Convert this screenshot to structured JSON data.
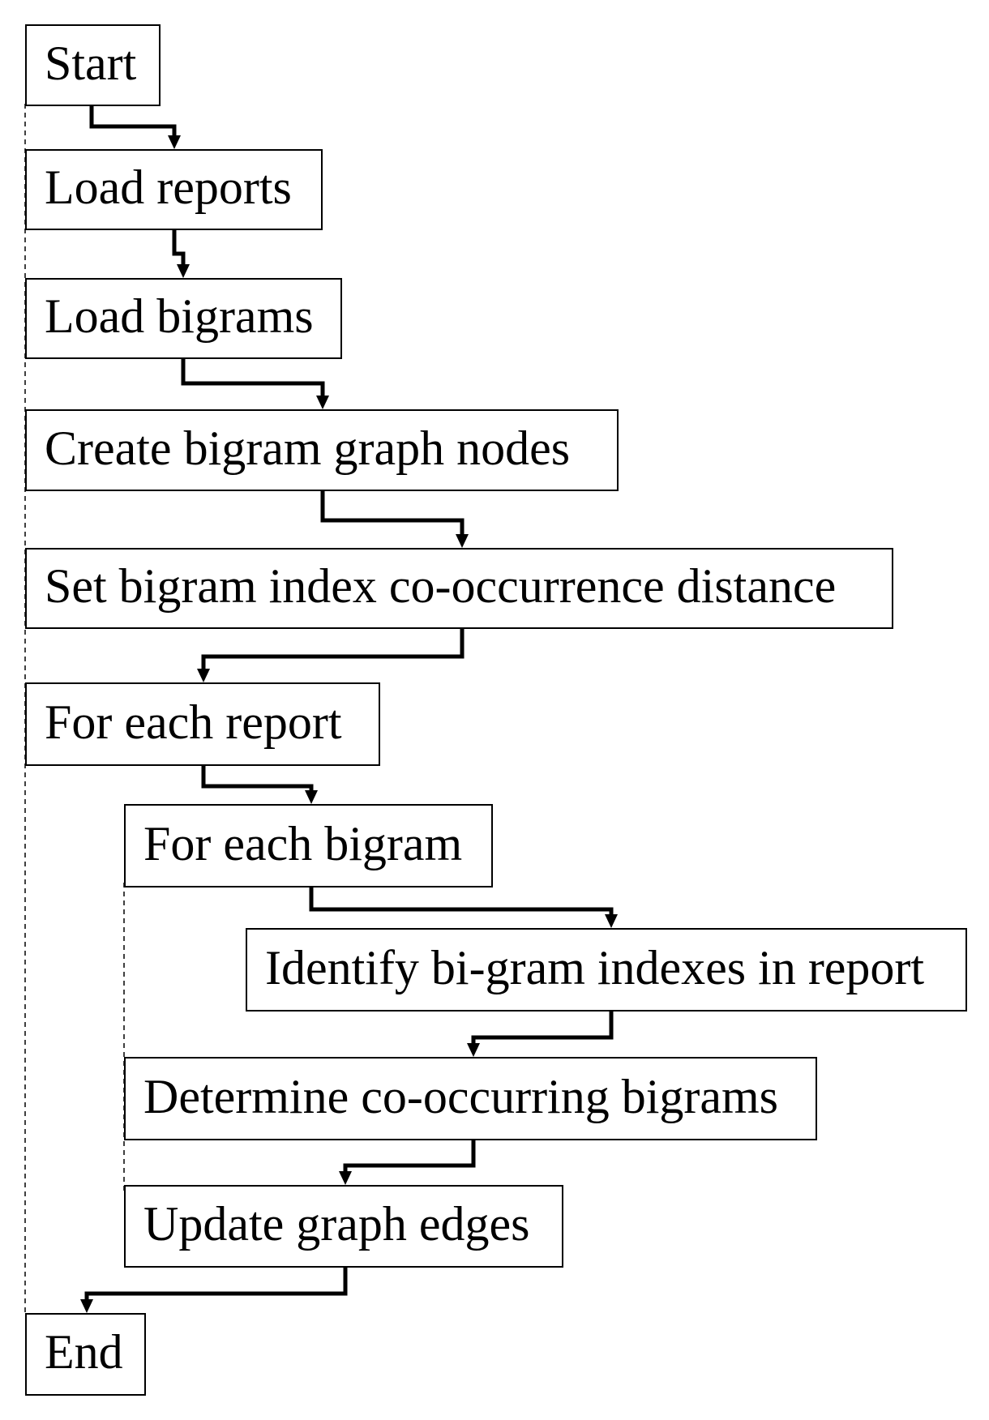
{
  "flowchart": {
    "steps": [
      {
        "id": "start",
        "label": "Start",
        "level": 0
      },
      {
        "id": "load-reports",
        "label": "Load reports",
        "level": 0
      },
      {
        "id": "load-bigrams",
        "label": "Load bigrams",
        "level": 0
      },
      {
        "id": "create-nodes",
        "label": "Create bigram graph nodes",
        "level": 0
      },
      {
        "id": "set-distance",
        "label": "Set bigram index co-occurrence distance",
        "level": 0
      },
      {
        "id": "for-each-report",
        "label": "For each report",
        "level": 0
      },
      {
        "id": "for-each-bigram",
        "label": "For each bigram",
        "level": 1
      },
      {
        "id": "identify-indexes",
        "label": "Identify bi-gram indexes in report",
        "level": 2
      },
      {
        "id": "determine-cooccurring",
        "label": "Determine co-occurring bigrams",
        "level": 1
      },
      {
        "id": "update-edges",
        "label": "Update graph edges",
        "level": 1
      },
      {
        "id": "end",
        "label": "End",
        "level": 0
      }
    ]
  }
}
